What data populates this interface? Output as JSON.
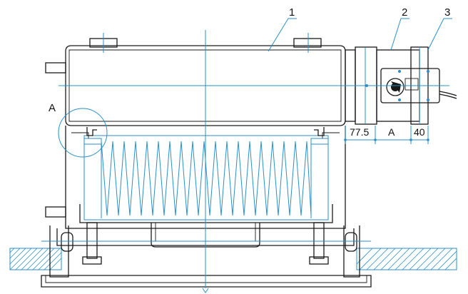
{
  "labels": {
    "callout_1": "1",
    "callout_2": "2",
    "callout_3": "3",
    "detail_a": "A",
    "dim_a": "A"
  },
  "dimensions": {
    "left_offset": "77.5",
    "right_offset": "40"
  },
  "colors": {
    "outline": "#1a1a1a",
    "centerline": "#2a8fc7"
  }
}
